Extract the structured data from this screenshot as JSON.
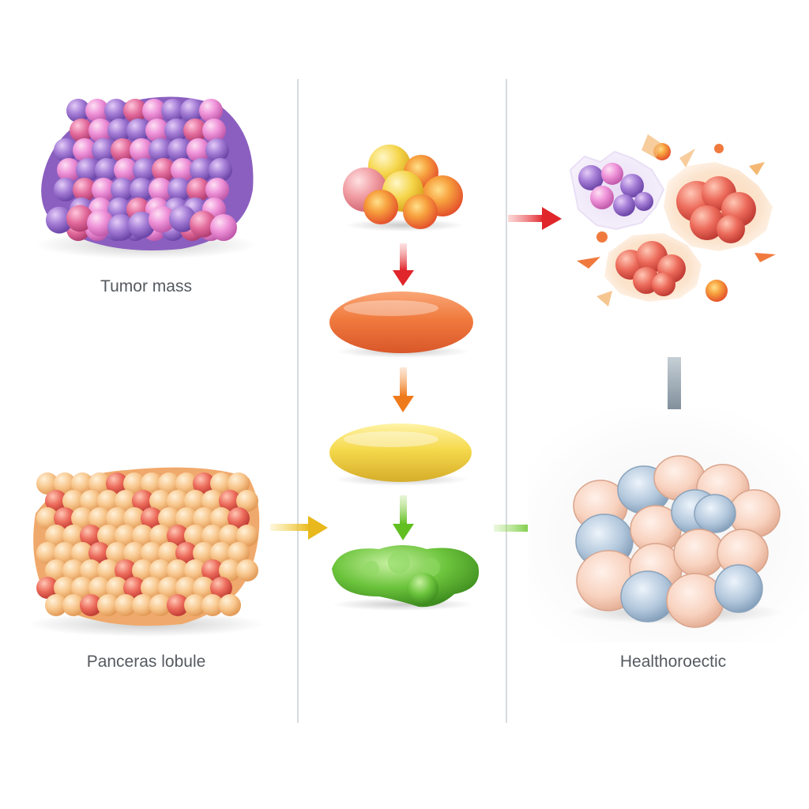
{
  "labels": {
    "tumor_mass": "Tumor mass",
    "pancreas_lobule": "Panceras lobule",
    "healthy": "Healthoroectic"
  },
  "colors": {
    "divider": "#d6dbe0",
    "arrow_red": "#e0262b",
    "arrow_orange": "#f07b1e",
    "arrow_yellow": "#e8b81c",
    "arrow_green": "#6cc426",
    "arrow_gray": "#8d9ba6",
    "tumor_purple": "#9b6bd0",
    "tumor_pink": "#ef8fd8",
    "pancreas_peach": "#f8c791",
    "pancreas_red": "#ec6b5a",
    "orange_oval": "#f07a3e",
    "yellow_oval": "#f3d34a",
    "green_blob": "#6cc43c",
    "healthy_peach": "#f7d0bd",
    "healthy_blue": "#b2c7dc",
    "burst_orange": "#f48a45"
  },
  "icons": {
    "tumor": "tumor-mass-icon",
    "pancreas": "pancreas-lobule-icon",
    "small_cluster": "cell-cluster-icon",
    "orange_oval": "orange-cell-icon",
    "yellow_oval": "yellow-cell-icon",
    "green_blob": "green-cell-icon",
    "burst": "cell-burst-icon",
    "healthy": "healthy-tissue-icon"
  }
}
